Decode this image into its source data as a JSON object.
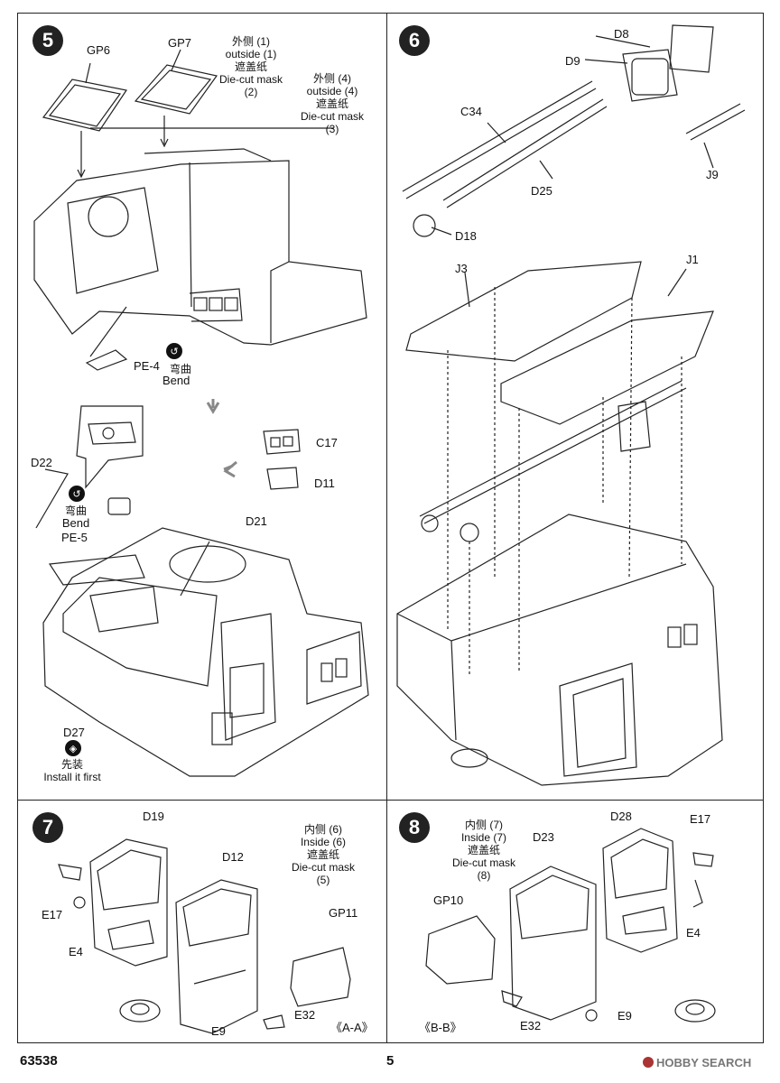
{
  "steps": {
    "s5": {
      "number": "5",
      "parts": {
        "gp6": "GP6",
        "gp7": "GP7",
        "pe4": "PE-4",
        "c17": "C17",
        "d11": "D11",
        "d22": "D22",
        "pe5": "PE-5",
        "d21": "D21",
        "d27": "D27"
      },
      "mask1": [
        "外侧 (1)",
        "outside (1)",
        "遮盖纸",
        "Die-cut mask",
        "(2)"
      ],
      "mask2": [
        "外侧 (4)",
        "outside (4)",
        "遮盖纸",
        "Die-cut mask",
        "(3)"
      ],
      "bend1": [
        "弯曲",
        "Bend"
      ],
      "bend2": [
        "弯曲",
        "Bend"
      ],
      "install": [
        "先装",
        "Install it first"
      ]
    },
    "s6": {
      "number": "6",
      "parts": {
        "d8": "D8",
        "d9": "D9",
        "c34": "C34",
        "d25": "D25",
        "j9": "J9",
        "d18": "D18",
        "j3": "J3",
        "j1": "J1"
      }
    },
    "s7": {
      "number": "7",
      "parts": {
        "d19": "D19",
        "d12": "D12",
        "e17": "E17",
        "e4": "E4",
        "gp11": "GP11",
        "e32": "E32",
        "e9": "E9"
      },
      "mask": [
        "内侧 (6)",
        "Inside (6)",
        "遮盖纸",
        "Die-cut mask",
        "(5)"
      ],
      "view": "《A-A》"
    },
    "s8": {
      "number": "8",
      "parts": {
        "d28": "D28",
        "e17": "E17",
        "d23": "D23",
        "gp10": "GP10",
        "e4": "E4",
        "e32": "E32",
        "e9": "E9"
      },
      "mask": [
        "内侧 (7)",
        "Inside (7)",
        "遮盖纸",
        "Die-cut mask",
        "(8)"
      ],
      "view": "《B-B》"
    }
  },
  "footer": {
    "kit_number": "63538",
    "page_number": "5",
    "watermark": "HOBBY SEARCH"
  }
}
